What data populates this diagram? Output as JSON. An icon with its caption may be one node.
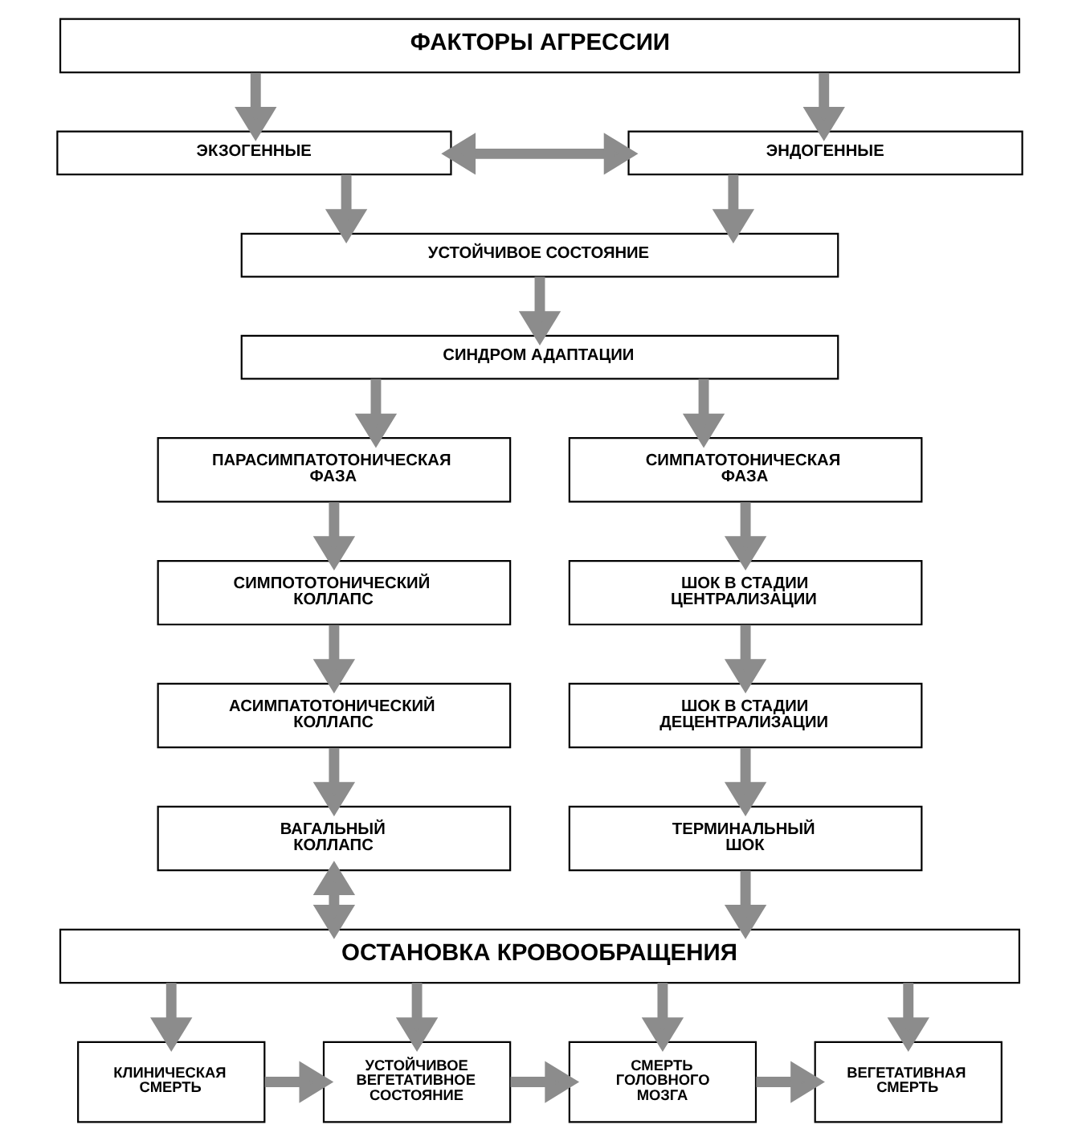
{
  "diagram": {
    "nodes": [
      {
        "text": [
          "ФАКТОРЫ АГРЕССИИ"
        ]
      },
      {
        "text": [
          "ЭКЗОГЕННЫЕ"
        ]
      },
      {
        "text": [
          "ЭНДОГЕННЫЕ"
        ]
      },
      {
        "text": [
          "УСТОЙЧИВОЕ СОСТОЯНИЕ"
        ]
      },
      {
        "text": [
          "СИНДРОМ АДАПТАЦИИ"
        ]
      },
      {
        "text": [
          "ПАРАСИМПАТОТОНИЧЕСКАЯ ФАЗА"
        ]
      },
      {
        "text": [
          "СИМПАТОТОНИЧЕСКАЯ ФАЗА"
        ]
      },
      {
        "text": [
          "СИМПОТОТОНИЧЕСКИЙ КОЛЛАПС"
        ]
      },
      {
        "text": [
          "ШОК В СТАДИИ ЦЕНТРАЛИЗАЦИИ"
        ]
      },
      {
        "text": [
          "АСИМПАТОТОНИЧЕСКИЙ КОЛЛАПС"
        ]
      },
      {
        "text": [
          "ШОК В СТАДИИ ДЕЦЕНТРАЛИЗАЦИИ"
        ]
      },
      {
        "text": [
          "ВАГАЛЬНЫЙ КОЛЛАПС"
        ]
      },
      {
        "text": [
          "ТЕРМИНАЛЬНЫЙ ШОК"
        ]
      },
      {
        "text": [
          "ОСТАНОВКА КРОВООБРАЩЕНИЯ"
        ]
      },
      {
        "text": [
          "КЛИНИЧЕСКАЯ СМЕРТЬ"
        ]
      },
      {
        "text": [
          "УСТОЙЧИВОЕ ВЕГЕТАТИВНОЕ СОСТОЯНИЕ"
        ]
      },
      {
        "text": [
          "СМЕРТЬ ГОЛОВНОГО МОЗГА"
        ]
      },
      {
        "text": [
          "ВЕГЕТАТИВНАЯ СМЕРТЬ"
        ]
      }
    ],
    "edges": [
      {
        "from": 0,
        "to": 1,
        "arrow": "to"
      },
      {
        "from": 0,
        "to": 2,
        "arrow": "to"
      },
      {
        "from": 1,
        "to": 2,
        "arrow": "both"
      },
      {
        "from": 1,
        "to": 3,
        "arrow": "to"
      },
      {
        "from": 2,
        "to": 3,
        "arrow": "to"
      },
      {
        "from": 3,
        "to": 4,
        "arrow": "to"
      },
      {
        "from": 4,
        "to": 5,
        "arrow": "to"
      },
      {
        "from": 4,
        "to": 6,
        "arrow": "to"
      },
      {
        "from": 5,
        "to": 7,
        "arrow": "to"
      },
      {
        "from": 7,
        "to": 9,
        "arrow": "to"
      },
      {
        "from": 9,
        "to": 11,
        "arrow": "to"
      },
      {
        "from": 6,
        "to": 8,
        "arrow": "to"
      },
      {
        "from": 8,
        "to": 10,
        "arrow": "to"
      },
      {
        "from": 10,
        "to": 12,
        "arrow": "to"
      },
      {
        "from": 11,
        "to": 13,
        "arrow": "both"
      },
      {
        "from": 12,
        "to": 13,
        "arrow": "to"
      },
      {
        "from": 13,
        "to": 14,
        "arrow": "to"
      },
      {
        "from": 13,
        "to": 15,
        "arrow": "to"
      },
      {
        "from": 13,
        "to": 16,
        "arrow": "to"
      },
      {
        "from": 13,
        "to": 17,
        "arrow": "to"
      },
      {
        "from": 14,
        "to": 15,
        "arrow": "to"
      },
      {
        "from": 15,
        "to": 16,
        "arrow": "to"
      },
      {
        "from": 16,
        "to": 17,
        "arrow": "to"
      }
    ]
  }
}
